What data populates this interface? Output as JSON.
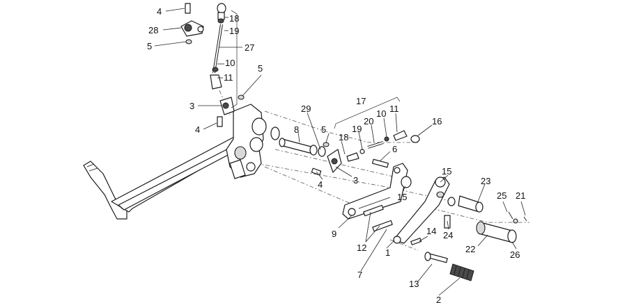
{
  "callouts": [
    {
      "id": "c1",
      "label": "4"
    },
    {
      "id": "c2",
      "label": "18"
    },
    {
      "id": "c3",
      "label": "28"
    },
    {
      "id": "c4",
      "label": "19"
    },
    {
      "id": "c5",
      "label": "5"
    },
    {
      "id": "c6",
      "label": "27"
    },
    {
      "id": "c7",
      "label": "10"
    },
    {
      "id": "c8",
      "label": "11"
    },
    {
      "id": "c9",
      "label": "5"
    },
    {
      "id": "c10",
      "label": "3"
    },
    {
      "id": "c11",
      "label": "4"
    },
    {
      "id": "c12",
      "label": "29"
    },
    {
      "id": "c13",
      "label": "8"
    },
    {
      "id": "c14",
      "label": "17"
    },
    {
      "id": "c15",
      "label": "10"
    },
    {
      "id": "c16",
      "label": "11"
    },
    {
      "id": "c17",
      "label": "20"
    },
    {
      "id": "c18",
      "label": "19"
    },
    {
      "id": "c19",
      "label": "18"
    },
    {
      "id": "c20",
      "label": "5"
    },
    {
      "id": "c21",
      "label": "16"
    },
    {
      "id": "c22",
      "label": "6"
    },
    {
      "id": "c23",
      "label": "3"
    },
    {
      "id": "c24",
      "label": "4"
    },
    {
      "id": "c25",
      "label": "15"
    },
    {
      "id": "c26",
      "label": "23"
    },
    {
      "id": "c27",
      "label": "15"
    },
    {
      "id": "c28",
      "label": "25"
    },
    {
      "id": "c29",
      "label": "21"
    },
    {
      "id": "c30",
      "label": "9"
    },
    {
      "id": "c31",
      "label": "24"
    },
    {
      "id": "c32",
      "label": "14"
    },
    {
      "id": "c33",
      "label": "12"
    },
    {
      "id": "c34",
      "label": "22"
    },
    {
      "id": "c35",
      "label": "26"
    },
    {
      "id": "c36",
      "label": "1"
    },
    {
      "id": "c37",
      "label": "7"
    },
    {
      "id": "c38",
      "label": "13"
    },
    {
      "id": "c39",
      "label": "2"
    }
  ]
}
